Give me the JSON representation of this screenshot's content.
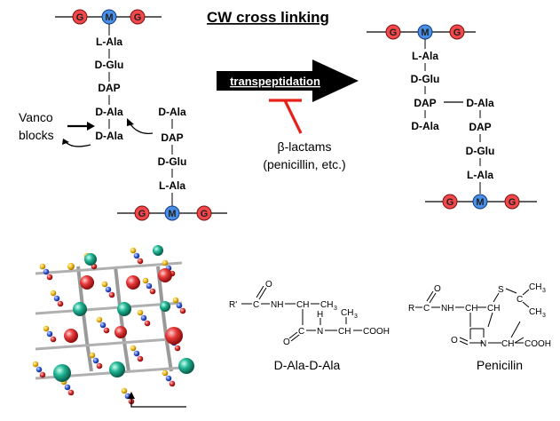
{
  "title": "CW cross linking",
  "sugars": {
    "g": "G",
    "m": "M"
  },
  "colors": {
    "g": "#f2484c",
    "m": "#4a8fe6",
    "arrow": "#000000",
    "inhibitor": "#e8201a"
  },
  "left_chain_a": [
    "L-Ala",
    "D-Glu",
    "DAP",
    "D-Ala",
    "D-Ala"
  ],
  "left_chain_b": [
    "D-Ala",
    "DAP",
    "D-Glu",
    "L-Ala"
  ],
  "right_chain_a": [
    "L-Ala",
    "D-Glu",
    "DAP",
    "D-Ala"
  ],
  "right_chain_b": [
    "D-Ala",
    "DAP",
    "D-Glu",
    "L-Ala"
  ],
  "vanco": {
    "line1": "Vanco",
    "line2": "blocks"
  },
  "arrow_label": "transpeptidation",
  "inhibitor": {
    "line1": "β-lactams",
    "line2": "(penicillin, etc.)"
  },
  "structures": {
    "dala_label": "D-Ala-D-Ala",
    "pen_label": "Penicilin",
    "dala": {
      "r": "R'",
      "c1": "C",
      "nh": "NH",
      "ch": "CH",
      "ch3a": "CH",
      "c2": "C",
      "n": "N",
      "h": "H",
      "ch3b": "CH",
      "ch2": "CH",
      "cooh": "COOH",
      "o": "O",
      "sub3": "3"
    },
    "pen": {
      "r": "R",
      "c": "C",
      "nh": "NH",
      "ch1": "CH",
      "ch2": "CH",
      "s": "S",
      "c3": "C",
      "ch3": "CH",
      "sub3": "3",
      "n": "N",
      "ch4": "CH",
      "cooh": "COOH",
      "o": "O"
    }
  }
}
